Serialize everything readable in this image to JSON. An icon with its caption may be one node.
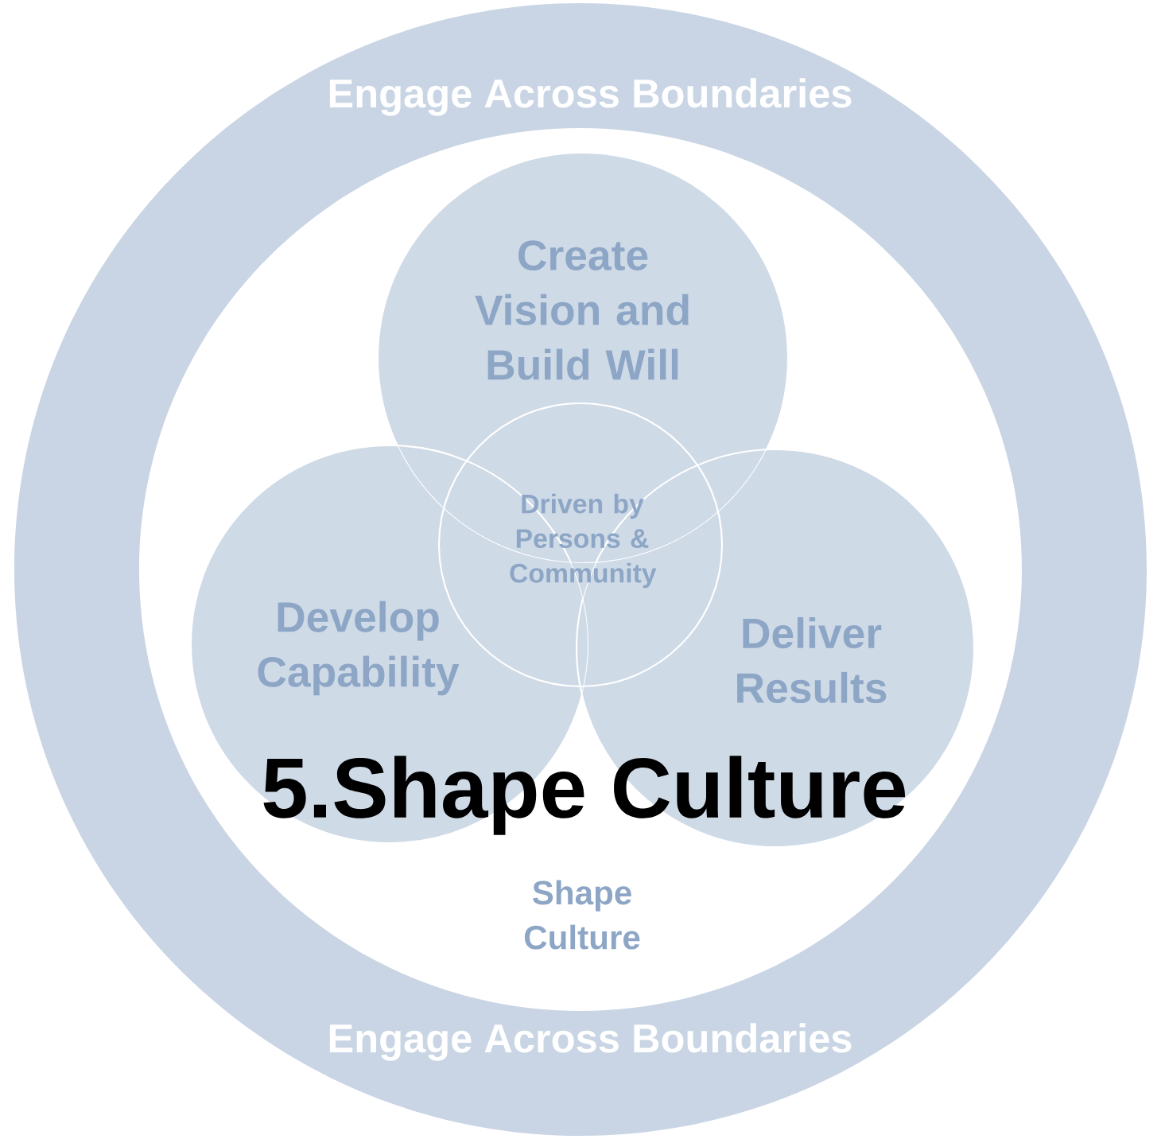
{
  "diagram": {
    "title": "5.Shape Culture",
    "nodes": [
      {
        "text": [
          "Engage Across Boundaries",
          "Engage Across Boundaries"
        ]
      },
      {
        "text": [
          "Create Vision and Build Will"
        ],
        "in": 0
      },
      {
        "text": [
          "Develop Capability"
        ],
        "in": 0
      },
      {
        "text": [
          "Deliver Results"
        ],
        "in": 0
      },
      {
        "text": [
          "Driven by Persons & Community"
        ],
        "in": 0
      }
    ],
    "labels": [
      "Shape Culture"
    ]
  }
}
